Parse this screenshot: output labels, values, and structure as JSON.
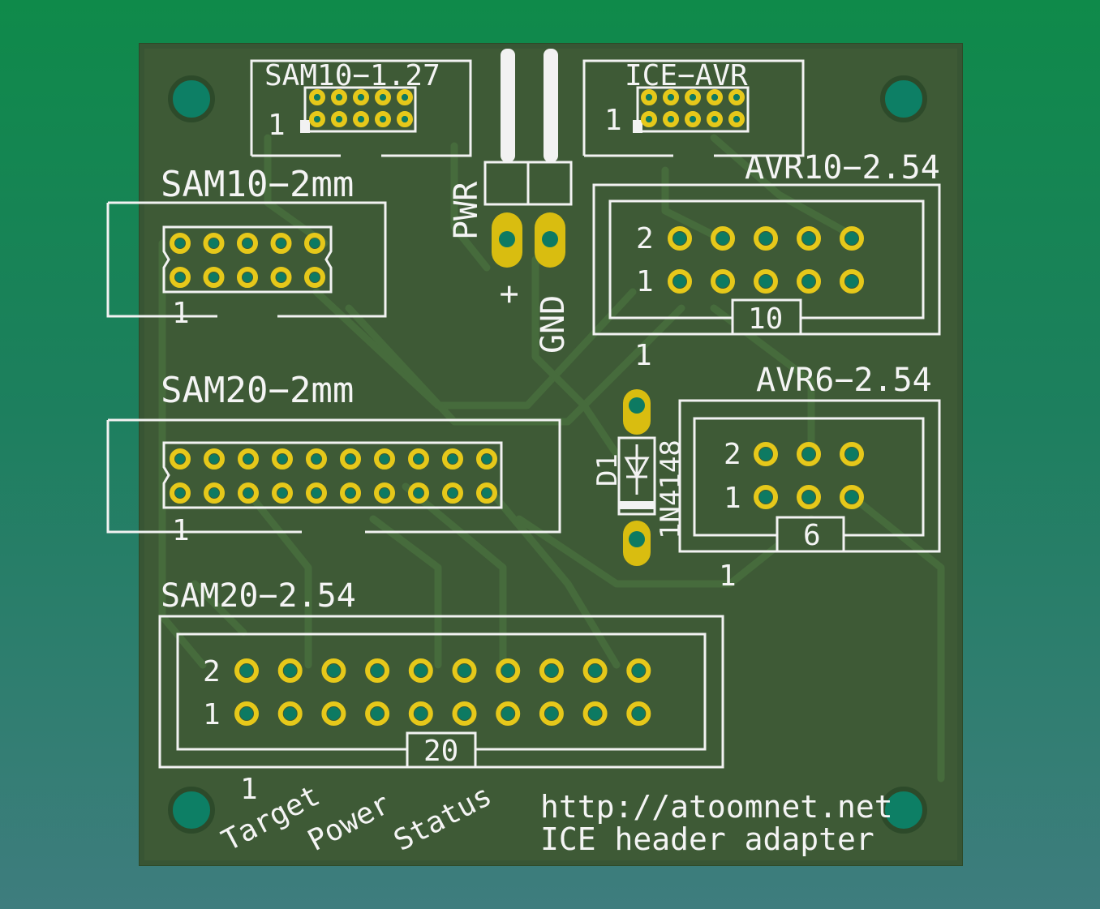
{
  "board": {
    "colors": {
      "background_top": "#0f8a4a",
      "background_bottom": "#3e7d7e",
      "pcb": "#3e5a36",
      "silkscreen": "#f2f2f2",
      "pad": "#e6c81a",
      "drill": "#0d7a62"
    },
    "connectors": {
      "sam10_127": {
        "label": "SAM10−1.27",
        "pin1": "1"
      },
      "ice_avr": {
        "label": "ICE−AVR",
        "pin1": "1"
      },
      "sam10_2mm": {
        "label": "SAM10−2mm",
        "pin1": "1"
      },
      "avr10_254": {
        "label": "AVR10−2.54",
        "row2": "2",
        "row1": "1",
        "count": "10",
        "pin1": "1"
      },
      "sam20_2mm": {
        "label": "SAM20−2mm",
        "pin1": "1"
      },
      "avr6_254": {
        "label": "AVR6−2.54",
        "row2": "2",
        "row1": "1",
        "count": "6",
        "pin1": "1"
      },
      "sam20_254": {
        "label": "SAM20−2.54",
        "row2": "2",
        "row1": "1",
        "count": "20",
        "pin1": "1"
      }
    },
    "power": {
      "label": "PWR",
      "plus": "+",
      "gnd": "GND"
    },
    "diode": {
      "ref": "D1",
      "part": "1N4148"
    },
    "leds": [
      "Target",
      "Power",
      "Status"
    ],
    "footer": {
      "url": "http://atoomnet.net",
      "title": "ICE header adapter"
    }
  }
}
